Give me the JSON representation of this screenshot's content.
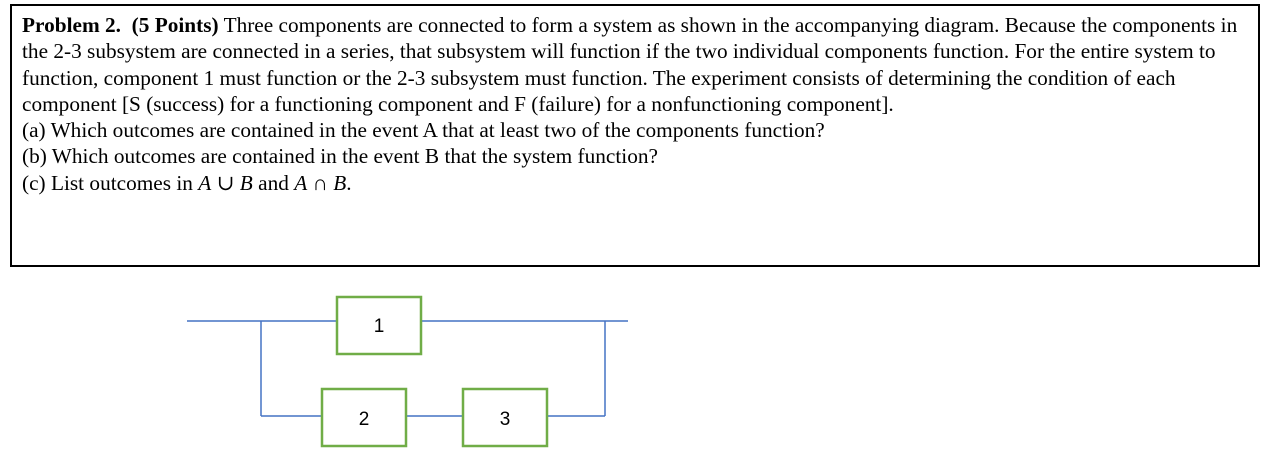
{
  "problem": {
    "heading": "Problem 2.",
    "points": "(5 Points)",
    "intro": "Three components are connected to form a system as shown in the accompanying diagram. Because the components in the 2-3 subsystem are connected in a series, that subsystem will function if the two individual components function. For the entire system to function, component 1 must function or the 2-3 subsystem must function. The experiment consists of determining the condition of each component [S (success) for a functioning component and F (failure) for a nonfunctioning component].",
    "part_a": "(a) Which outcomes are contained in the event A that at least two of the components function?",
    "part_b": "(b) Which outcomes are contained in the event B that the system function?",
    "part_c_prefix": "(c) List outcomes in ",
    "part_c_union_left": "A",
    "part_c_union_op": " ∪ ",
    "part_c_union_right": "B",
    "part_c_and": " and ",
    "part_c_intersect_left": "A",
    "part_c_intersect_op": " ∩ ",
    "part_c_intersect_right": "B",
    "part_c_suffix": "."
  },
  "diagram": {
    "components": [
      {
        "label": "1"
      },
      {
        "label": "2"
      },
      {
        "label": "3"
      }
    ],
    "colors": {
      "wire": "#4472C4",
      "box_border": "#70AD47"
    }
  }
}
